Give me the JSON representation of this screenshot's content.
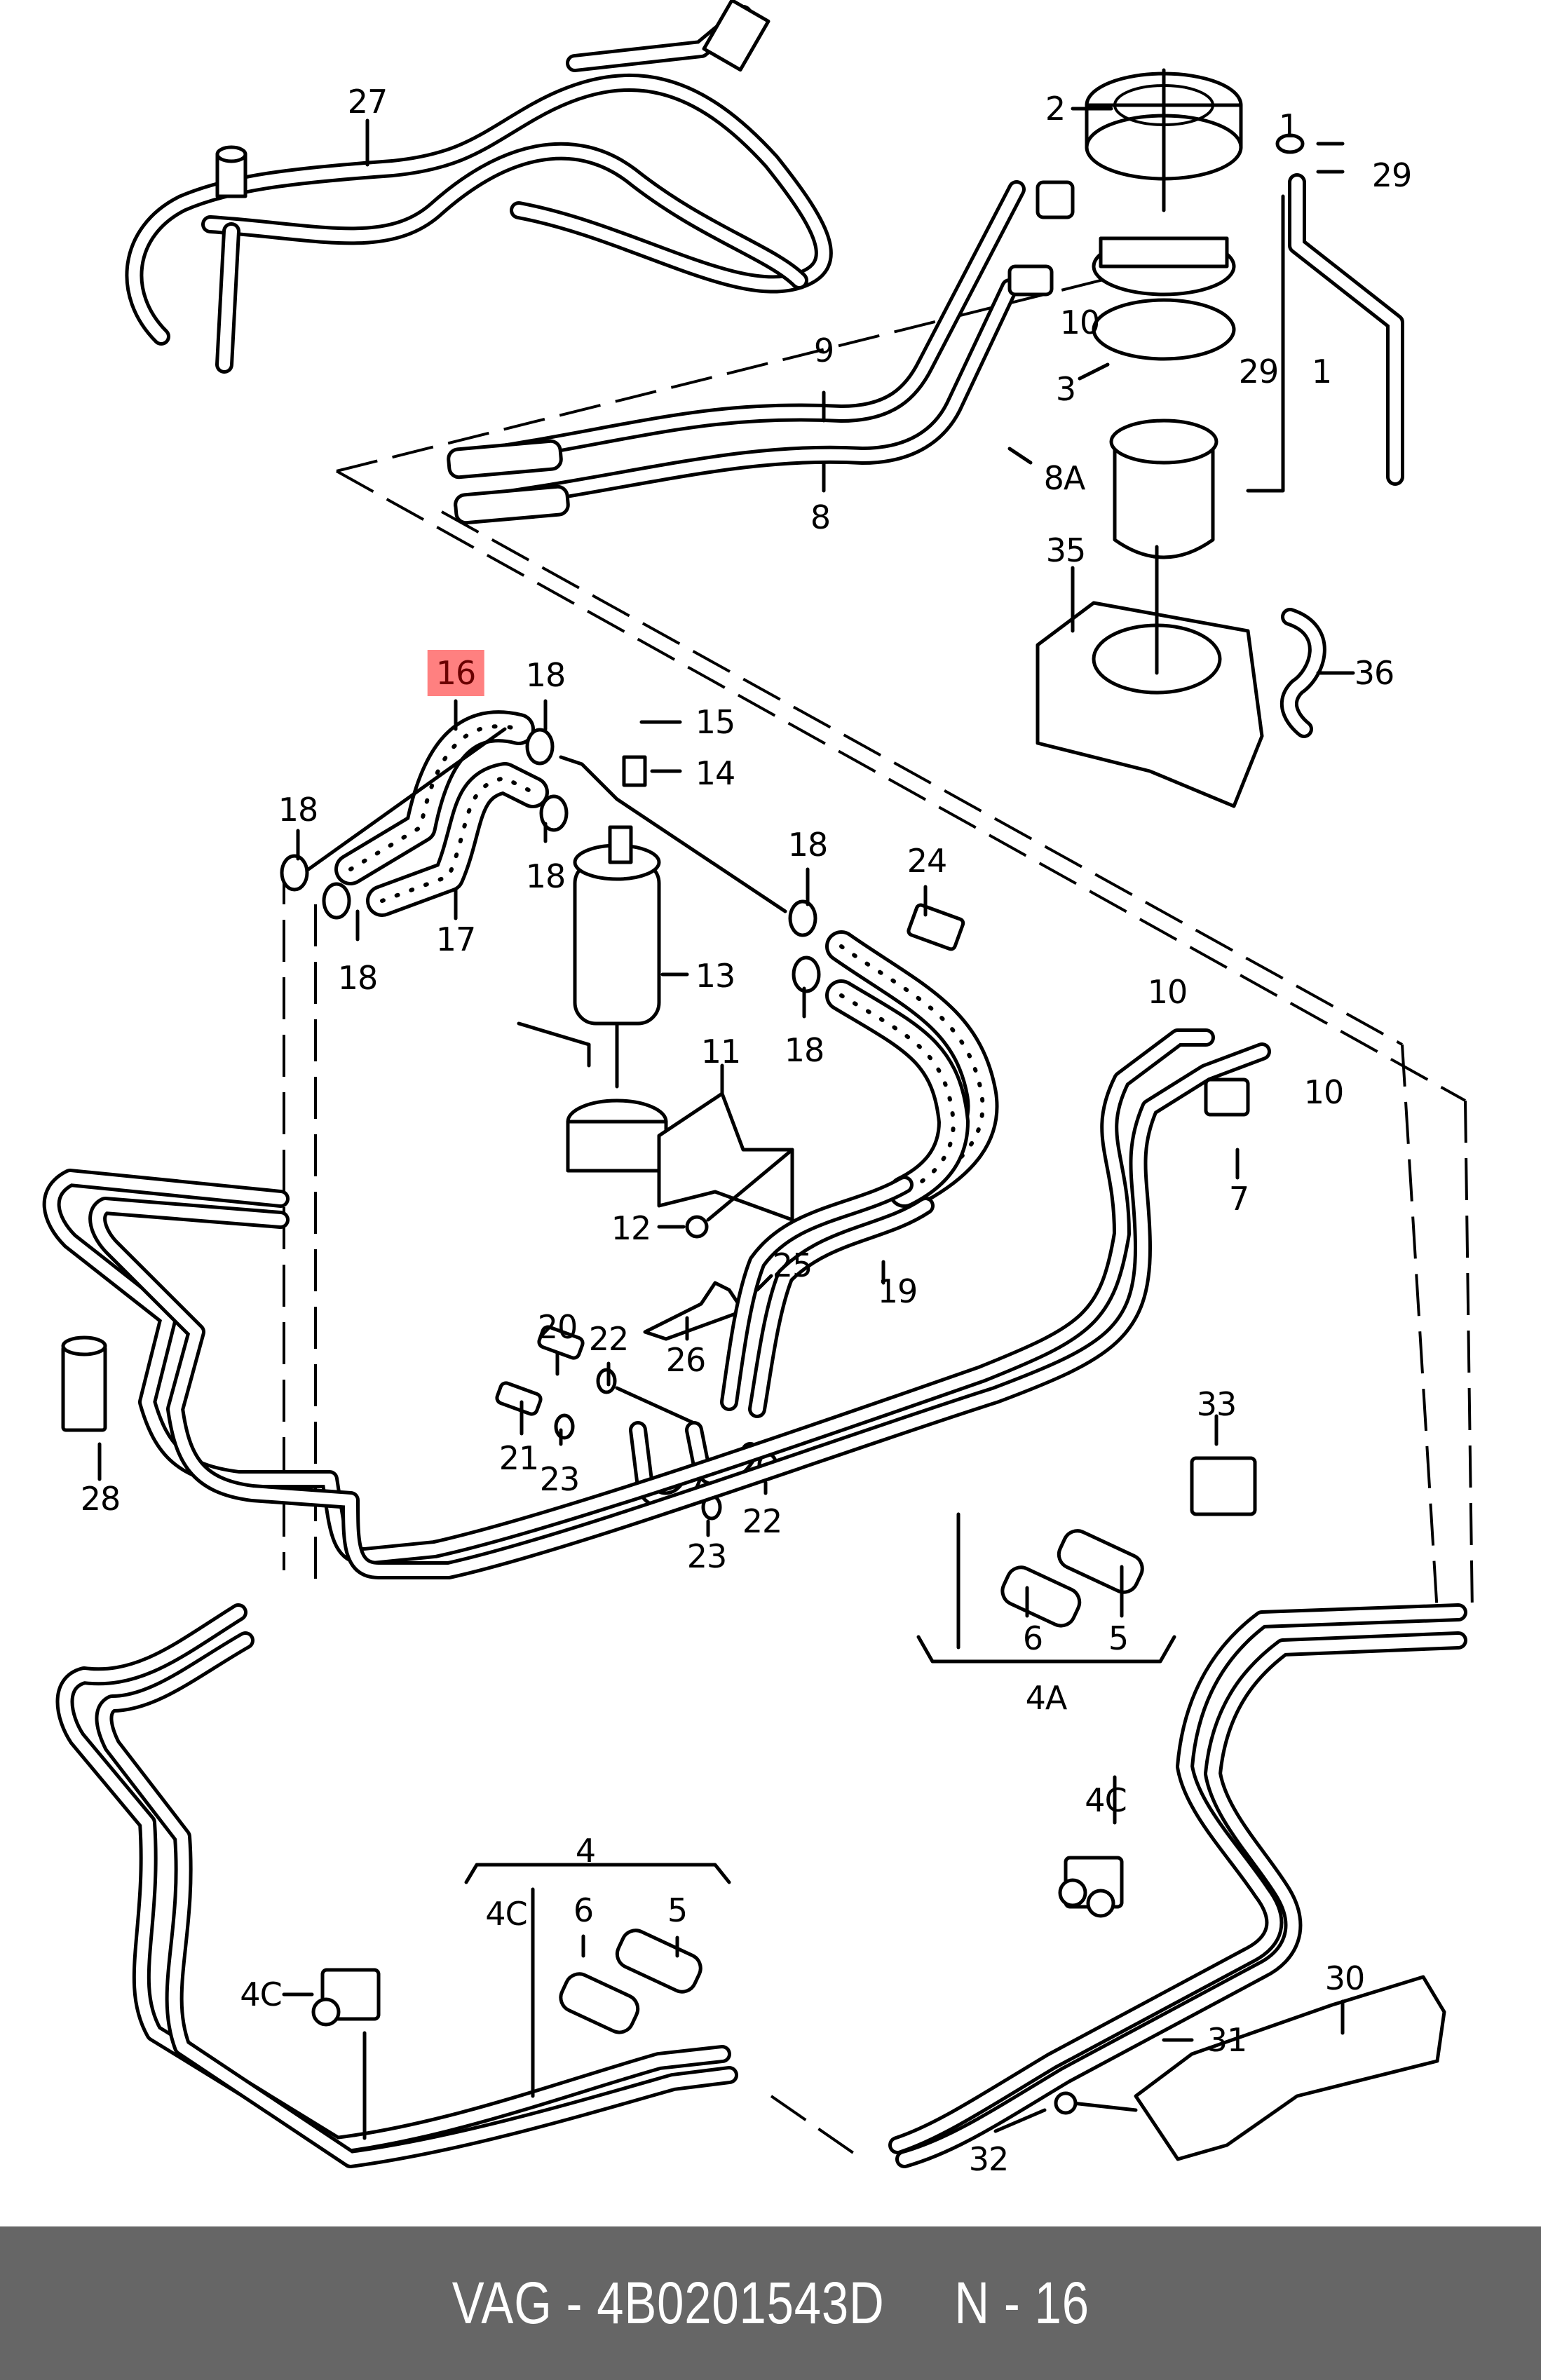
{
  "footer": {
    "text": "VAG - 4B0201543D     N - 16",
    "brand": "VAG",
    "part_number": "4B0201543D",
    "position_ref": "N - 16"
  },
  "highlight": {
    "label": "16",
    "color": "#ff8080"
  },
  "callouts": [
    {
      "id": "c27",
      "label": "27"
    },
    {
      "id": "c2",
      "label": "2"
    },
    {
      "id": "c1a",
      "label": "1"
    },
    {
      "id": "c29a",
      "label": "29"
    },
    {
      "id": "c10a",
      "label": "10"
    },
    {
      "id": "c29b",
      "label": "29"
    },
    {
      "id": "c1b",
      "label": "1"
    },
    {
      "id": "c9",
      "label": "9"
    },
    {
      "id": "c3",
      "label": "3"
    },
    {
      "id": "c8a",
      "label": "8A"
    },
    {
      "id": "c8",
      "label": "8"
    },
    {
      "id": "c35",
      "label": "35"
    },
    {
      "id": "c36",
      "label": "36"
    },
    {
      "id": "c16",
      "label": "16"
    },
    {
      "id": "c18a",
      "label": "18"
    },
    {
      "id": "c15",
      "label": "15"
    },
    {
      "id": "c14",
      "label": "14"
    },
    {
      "id": "c18b",
      "label": "18"
    },
    {
      "id": "c18c",
      "label": "18"
    },
    {
      "id": "c18d",
      "label": "18"
    },
    {
      "id": "c24",
      "label": "24"
    },
    {
      "id": "c18e",
      "label": "18"
    },
    {
      "id": "c17",
      "label": "17"
    },
    {
      "id": "c13",
      "label": "13"
    },
    {
      "id": "c18f",
      "label": "18"
    },
    {
      "id": "c18g",
      "label": "18"
    },
    {
      "id": "c10b",
      "label": "10"
    },
    {
      "id": "c10c",
      "label": "10"
    },
    {
      "id": "c11",
      "label": "11"
    },
    {
      "id": "c7",
      "label": "7"
    },
    {
      "id": "c12",
      "label": "12"
    },
    {
      "id": "c25",
      "label": "25"
    },
    {
      "id": "c19",
      "label": "19"
    },
    {
      "id": "c20",
      "label": "20"
    },
    {
      "id": "c22a",
      "label": "22"
    },
    {
      "id": "c26",
      "label": "26"
    },
    {
      "id": "c21",
      "label": "21"
    },
    {
      "id": "c23a",
      "label": "23"
    },
    {
      "id": "c28",
      "label": "28"
    },
    {
      "id": "c33",
      "label": "33"
    },
    {
      "id": "c22b",
      "label": "22"
    },
    {
      "id": "c23b",
      "label": "23"
    },
    {
      "id": "c6a",
      "label": "6"
    },
    {
      "id": "c5a",
      "label": "5"
    },
    {
      "id": "c4a",
      "label": "4A"
    },
    {
      "id": "c4c_r",
      "label": "4C"
    },
    {
      "id": "c4",
      "label": "4"
    },
    {
      "id": "c4c_m",
      "label": "4C"
    },
    {
      "id": "c6b",
      "label": "6"
    },
    {
      "id": "c5b",
      "label": "5"
    },
    {
      "id": "c30",
      "label": "30"
    },
    {
      "id": "c4c_l",
      "label": "4C"
    },
    {
      "id": "c31",
      "label": "31"
    },
    {
      "id": "c32",
      "label": "32"
    }
  ]
}
